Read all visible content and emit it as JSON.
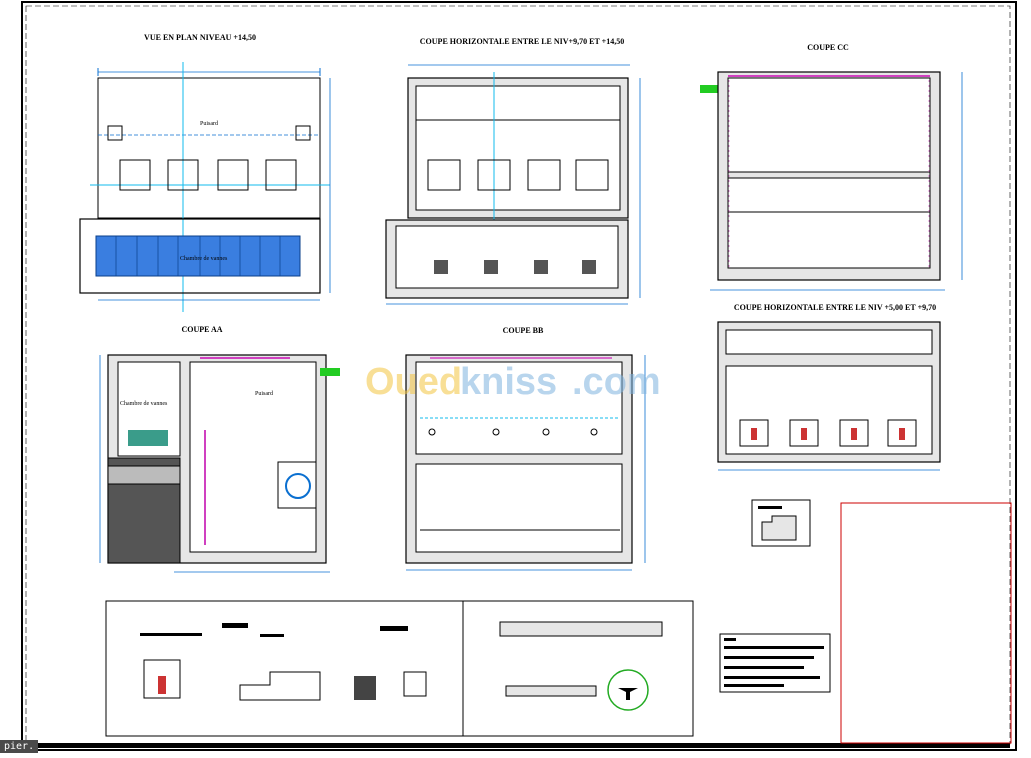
{
  "titles": {
    "plan_top": "VUE EN PLAN NIVEAU +14,50",
    "coupe_h1": "COUPE HORIZONTALE  ENTRE LE NIV+9,70 ET +14,50",
    "coupe_cc": "COUPE CC",
    "coupe_h2": "COUPE HORIZONTALE  ENTRE LE NIV +5,00 ET +9,70",
    "coupe_aa": "COUPE AA",
    "coupe_bb": "COUPE BB"
  },
  "labels": {
    "puisard_plan": "Puisard",
    "chambre_plan": "Chambre de vannes",
    "puisard_aa": "Puisard",
    "chambre_aa": "Chambre de vannes"
  },
  "watermark": {
    "part1": "Oued",
    "part2": "kniss",
    "part3": ".com"
  },
  "status_bar": {
    "text": "pier."
  },
  "colors": {
    "dimension": "#0a6fd0",
    "accent_magenta": "#d040c0",
    "highlight_green": "#22cc22",
    "frame_red": "#cc0000",
    "water_blue": "#3a7ee0"
  }
}
